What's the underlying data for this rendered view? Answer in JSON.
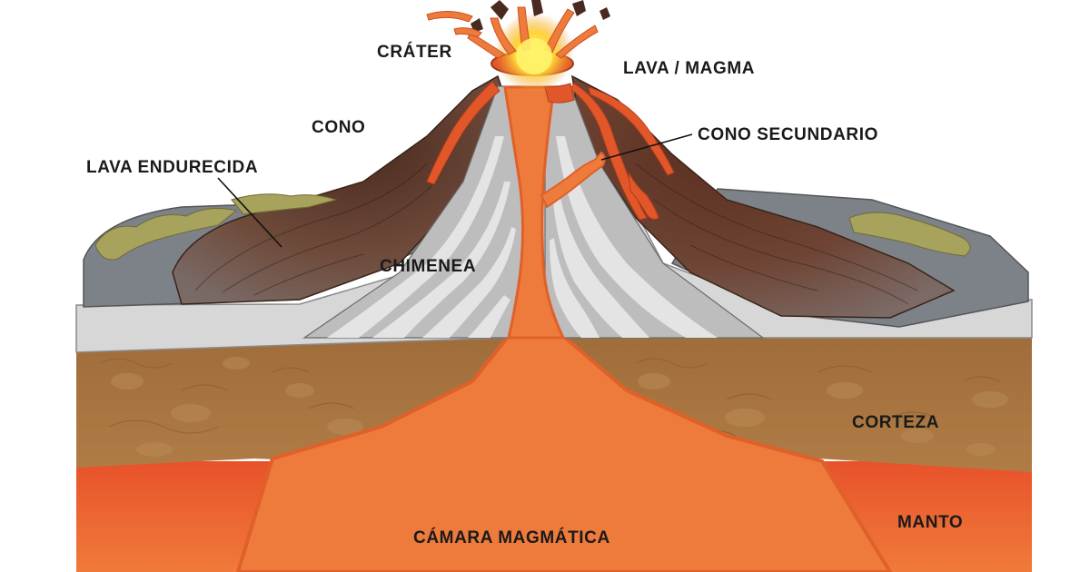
{
  "labels": {
    "crater": "CRÁTER",
    "lava_magma": "LAVA / MAGMA",
    "cono": "CONO",
    "cono_secundario": "CONO SECUNDARIO",
    "lava_endurecida": "LAVA ENDURECIDA",
    "chimenea": "CHIMENEA",
    "corteza": "CORTEZA",
    "manto": "MANTO",
    "camara_magmatica": "CÁMARA MAGMÁTICA"
  },
  "colors": {
    "magma": "#ee7b3c",
    "magma_dark": "#e0602a",
    "mantle": "#e8522a",
    "crust": "#a9743f",
    "hardened_lava": "#5a3a2c",
    "ash_layer": "#c9c9c9",
    "ground_gray": "#7c8288",
    "vegetation": "#a7a35d",
    "crater_glow": "#ffe437"
  }
}
